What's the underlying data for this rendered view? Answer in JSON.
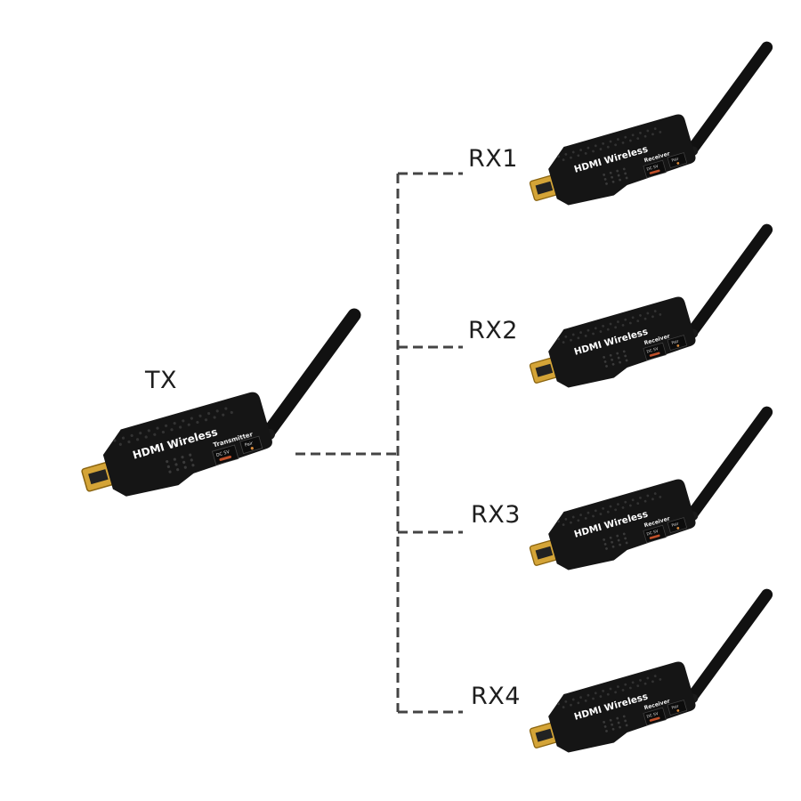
{
  "transmitter": {
    "label": "TX",
    "product_text": "HDMI Wireless",
    "type_text": "Transmitter",
    "port_label": "DC 5V",
    "button_label": "Pair"
  },
  "receivers": [
    {
      "label": "RX1",
      "product_text": "HDMI Wireless",
      "type_text": "Receiver",
      "port_label": "DC 5V",
      "button_label": "Pair"
    },
    {
      "label": "RX2",
      "product_text": "HDMI Wireless",
      "type_text": "Receiver",
      "port_label": "DC 5V",
      "button_label": "Pair"
    },
    {
      "label": "RX3",
      "product_text": "HDMI Wireless",
      "type_text": "Receiver",
      "port_label": "DC 5V",
      "button_label": "Pair"
    },
    {
      "label": "RX4",
      "product_text": "HDMI Wireless",
      "type_text": "Receiver",
      "port_label": "DC 5V",
      "button_label": "Pair"
    }
  ],
  "colors": {
    "line": "#444444",
    "device_body": "#151515",
    "connector": "#d4a437",
    "text": "#1e1e1e"
  }
}
